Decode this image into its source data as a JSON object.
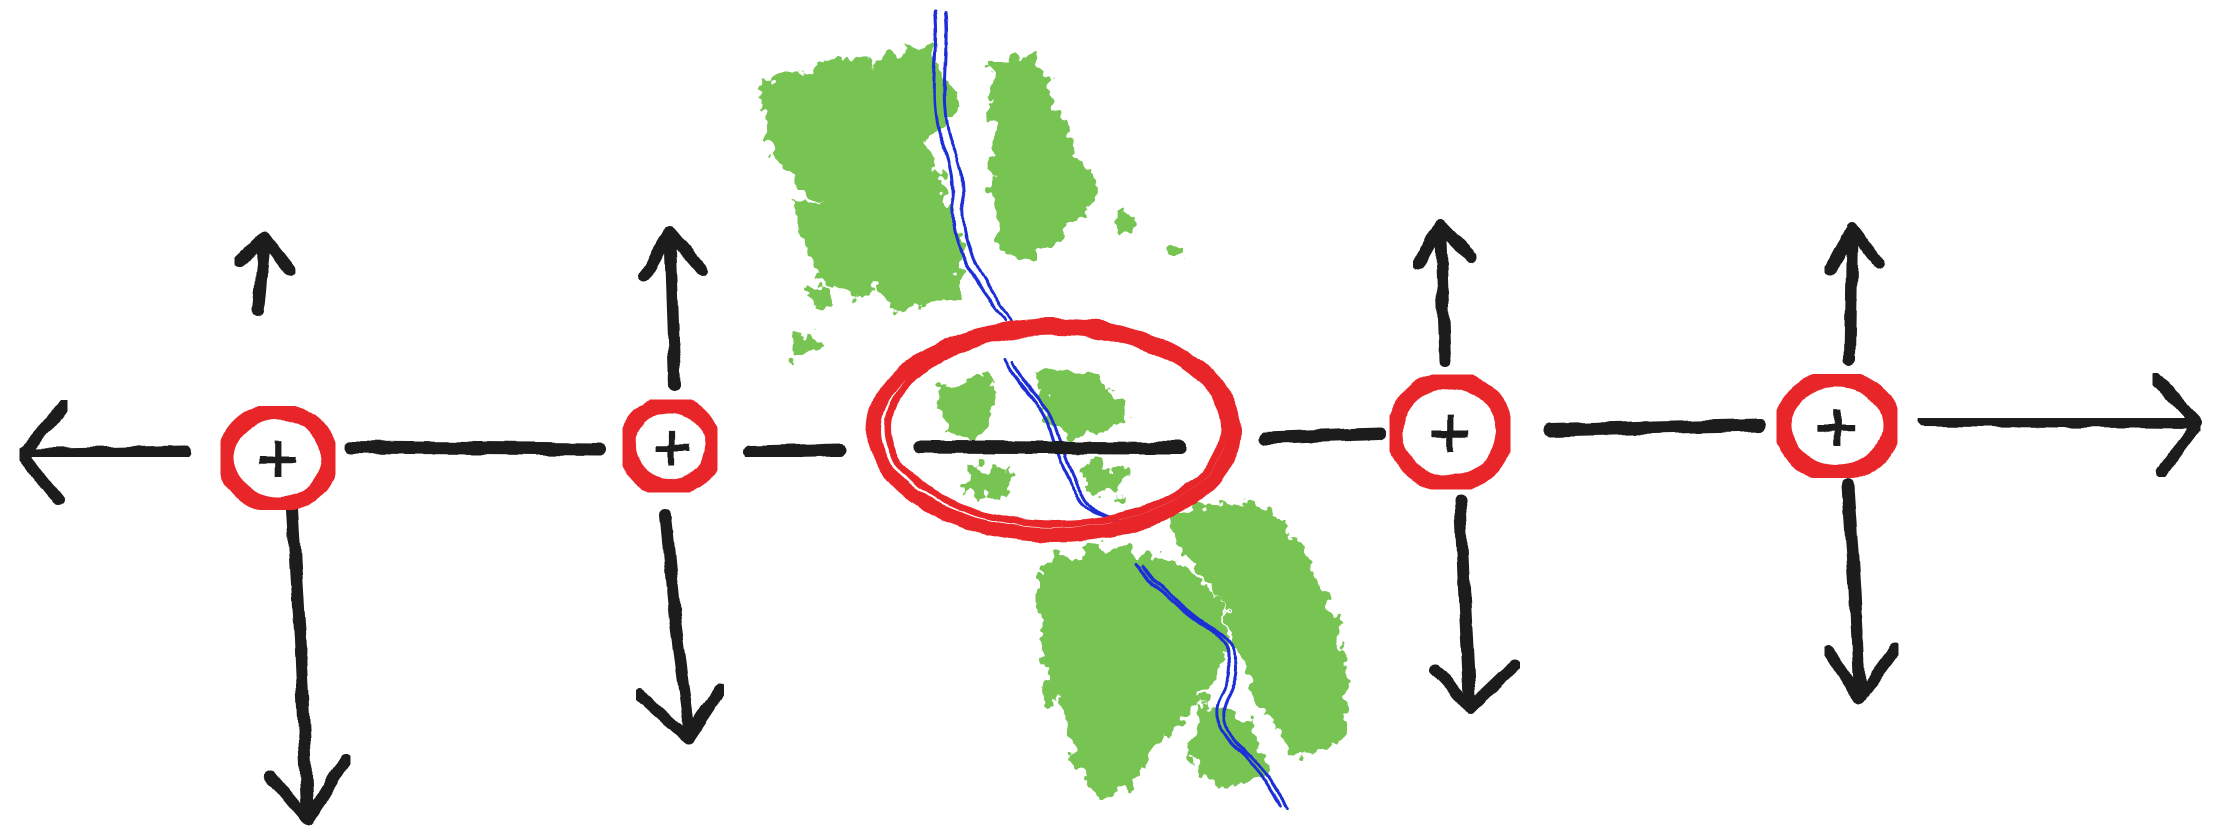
{
  "diagram": {
    "description_visible_text": "",
    "colors": {
      "background": "#ffffff",
      "axis_ink": "#1a1a1a",
      "node_ring": "#e8262b",
      "river": "#1f2fd6",
      "vegetation": "#6cbf45"
    },
    "nodes": [
      {
        "id": "node-1",
        "symbol": "+",
        "type": "small"
      },
      {
        "id": "node-2",
        "symbol": "+",
        "type": "small"
      },
      {
        "id": "node-3",
        "symbol": "−",
        "type": "large"
      },
      {
        "id": "node-4",
        "symbol": "+",
        "type": "small"
      },
      {
        "id": "node-5",
        "symbol": "+",
        "type": "small"
      }
    ],
    "icons": {
      "left_arrow": "arrow-left-icon",
      "right_arrow": "arrow-right-icon",
      "up_arrow": "arrow-up-icon",
      "down_arrow": "arrow-down-icon",
      "river": "river-icon",
      "vegetation": "vegetation-icon"
    }
  }
}
